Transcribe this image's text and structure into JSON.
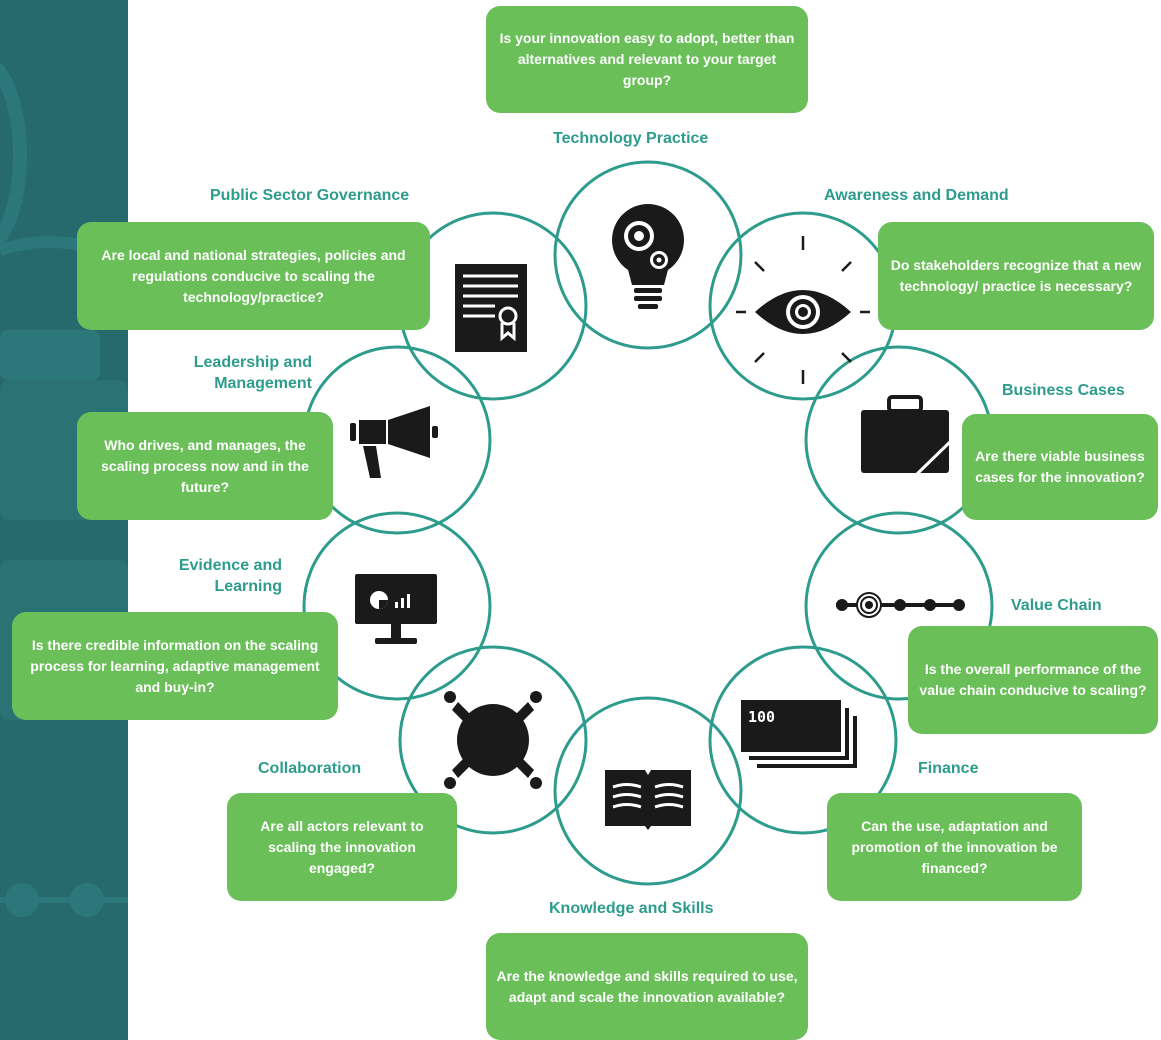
{
  "colors": {
    "sidebar": "#276a6d",
    "ring": "#2d9c8c",
    "box": "#6abf59",
    "box_text": "#ffffff",
    "heading": "#2d9c8c",
    "icon": "#1a1a1a"
  },
  "nodes": [
    {
      "id": "technology-practice",
      "title": "Technology Practice",
      "question": "Is your innovation easy to adopt, better than alternatives and relevant to your target group?",
      "icon": "lightbulb-gears-icon"
    },
    {
      "id": "awareness-demand",
      "title": "Awareness and Demand",
      "question": "Do stakeholders recognize that a new technology/ practice is necessary?",
      "icon": "eye-icon"
    },
    {
      "id": "business-cases",
      "title": "Business Cases",
      "question": "Are there viable business cases for the innovation?",
      "icon": "briefcase-icon"
    },
    {
      "id": "value-chain",
      "title": "Value Chain",
      "question": "Is the overall performance of the value chain conducive to scaling?",
      "icon": "value-chain-icon"
    },
    {
      "id": "finance",
      "title": "Finance",
      "question": "Can the use, adaptation and promotion of the innovation be financed?",
      "icon": "banknotes-icon",
      "icon_text": "100"
    },
    {
      "id": "knowledge-skills",
      "title": "Knowledge and Skills",
      "question": "Are the knowledge and skills required to use, adapt and scale the innovation available?",
      "icon": "open-book-icon"
    },
    {
      "id": "collaboration",
      "title": "Collaboration",
      "question": "Are all actors relevant to scaling the innovation engaged?",
      "icon": "round-table-icon"
    },
    {
      "id": "evidence-learning",
      "title": "Evidence and Learning",
      "question": "Is there credible information on the scaling process for learning, adaptive management and buy-in?",
      "icon": "monitor-chart-icon"
    },
    {
      "id": "leadership-management",
      "title": "Leadership and Management",
      "question": "Who drives, and manages, the scaling process now and in the future?",
      "icon": "megaphone-icon"
    },
    {
      "id": "public-sector-governance",
      "title": "Public Sector Governance",
      "question": "Are local and national strategies, policies and regulations conducive to scaling the technology/practice?",
      "icon": "certificate-icon"
    }
  ]
}
